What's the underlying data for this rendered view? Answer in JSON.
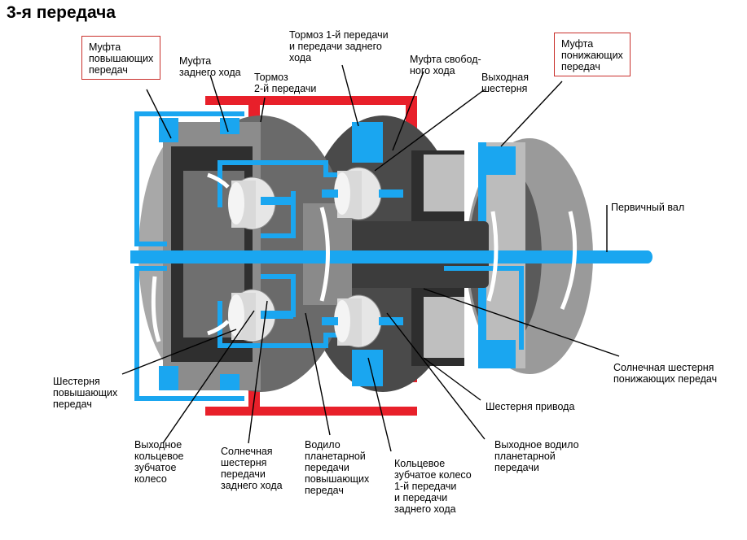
{
  "title": "3-я передача",
  "colors": {
    "blue": "#1aa6f0",
    "red": "#e8202a",
    "dark_gray": "#3a3a3a",
    "mid_gray": "#8a8a8a",
    "light_gray": "#c8c8c8",
    "label_box_border": "#c9302c"
  },
  "labels": {
    "upshift_clutch": "Муфта\nповышающих\nпередач",
    "reverse_clutch": "Муфта\nзаднего хода",
    "brake_2nd": "Тормоз\n2-й передачи",
    "brake_1st_reverse": "Тормоз 1-й передачи\nи передачи заднего\nхода",
    "freewheel_clutch": "Муфта свобод-\nного хода",
    "output_gear": "Выходная\nшестерня",
    "downshift_clutch": "Муфта\nпонижающих\nпередач",
    "input_shaft": "Первичный вал",
    "downshift_sun_gear": "Солнечная шестерня\nпонижающих передач",
    "drive_gear": "Шестерня привода",
    "output_carrier": "Выходное водило\nпланетарной\nпередачи",
    "ring_gear_1st_reverse": "Кольцевое\nзубчатое колесо\n1-й передачи\nи передачи\nзаднего хода",
    "upshift_carrier": "Водило\nпланетарной\nпередачи\nповышающих\nпередач",
    "reverse_sun_gear": "Солнечная\nшестерня\nпередачи\nзаднего хода",
    "output_ring_gear": "Выходное\nкольцевое\nзубчатое\nколесо",
    "upshift_gear": "Шестерня\nповышающих\nпередач"
  }
}
